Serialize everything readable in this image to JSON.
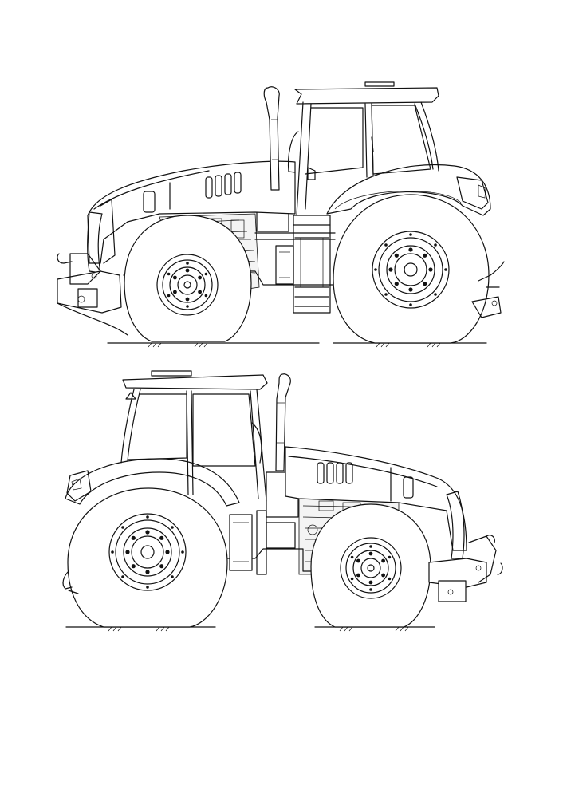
{
  "drawing": {
    "line_color": "#111111",
    "background_color": "#ffffff",
    "views": [
      {
        "id": "left-side-view",
        "facing": "left"
      },
      {
        "id": "right-side-view",
        "facing": "right"
      }
    ]
  }
}
